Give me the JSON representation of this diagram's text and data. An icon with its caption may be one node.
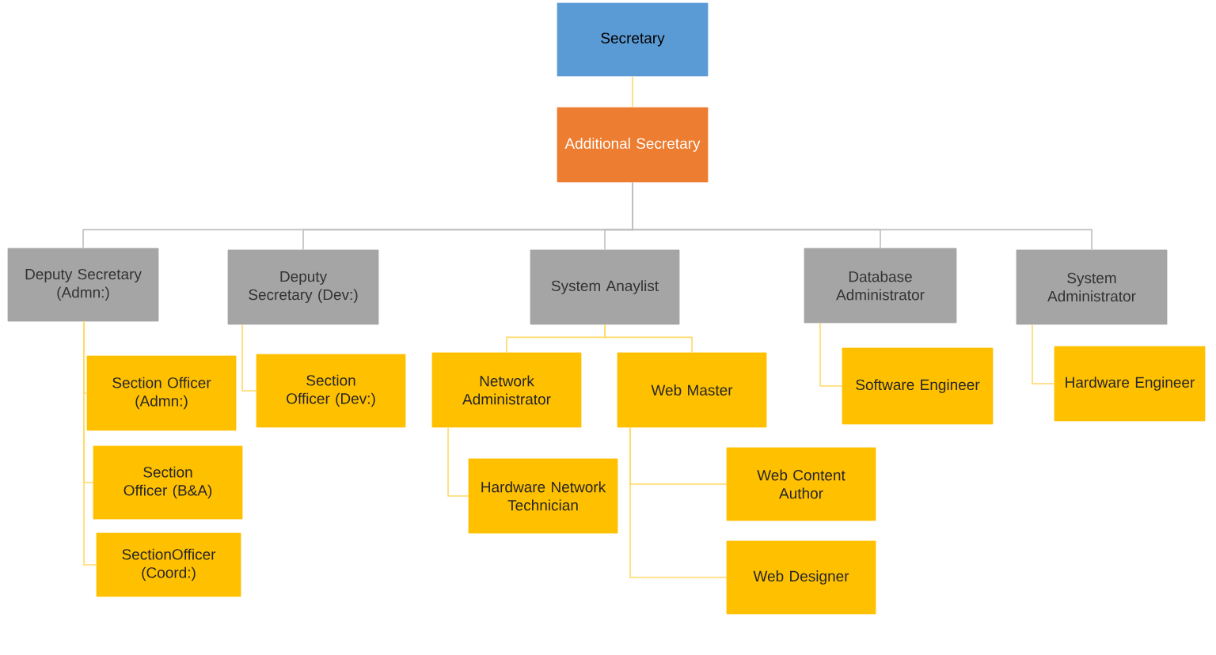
{
  "diagram": {
    "nodes": [
      {
        "text": [
          "Secretary"
        ]
      },
      {
        "text": [
          "Additional Secretary"
        ]
      },
      {
        "text": [
          "Deputy Secretary (Admn:)"
        ]
      },
      {
        "text": [
          "Deputy Secretary (Dev:)"
        ]
      },
      {
        "text": [
          "System Anaylist"
        ]
      },
      {
        "text": [
          "Database Administrator"
        ]
      },
      {
        "text": [
          "System Administrator"
        ]
      },
      {
        "text": [
          "Section Officer (Admn:)"
        ]
      },
      {
        "text": [
          "Section Officer (B&A)"
        ]
      },
      {
        "text": [
          "SectionOfficer (Coord:)"
        ]
      },
      {
        "text": [
          "Section Officer (Dev:)"
        ]
      },
      {
        "text": [
          "Network Administrator"
        ]
      },
      {
        "text": [
          "Web Master"
        ]
      },
      {
        "text": [
          "Hardware Network Technician"
        ]
      },
      {
        "text": [
          "Web Content Author"
        ]
      },
      {
        "text": [
          "Web Designer"
        ]
      },
      {
        "text": [
          "Software Engineer"
        ]
      },
      {
        "text": [
          "Hardware Engineer"
        ]
      }
    ],
    "edges": [
      {
        "from": 0,
        "to": 1,
        "arrow": "none"
      },
      {
        "from": 1,
        "to": 2,
        "arrow": "none",
        "color": "#bfbfbf"
      },
      {
        "from": 1,
        "to": 3,
        "arrow": "none",
        "color": "#bfbfbf"
      },
      {
        "from": 1,
        "to": 4,
        "arrow": "none",
        "color": "#bfbfbf"
      },
      {
        "from": 1,
        "to": 5,
        "arrow": "none",
        "color": "#bfbfbf"
      },
      {
        "from": 1,
        "to": 6,
        "arrow": "none",
        "color": "#bfbfbf"
      },
      {
        "from": 2,
        "to": 7,
        "arrow": "none"
      },
      {
        "from": 2,
        "to": 8,
        "arrow": "none"
      },
      {
        "from": 2,
        "to": 9,
        "arrow": "none"
      },
      {
        "from": 3,
        "to": 10,
        "arrow": "none"
      },
      {
        "from": 4,
        "to": 11,
        "arrow": "none"
      },
      {
        "from": 4,
        "to": 12,
        "arrow": "none"
      },
      {
        "from": 11,
        "to": 13,
        "arrow": "none"
      },
      {
        "from": 12,
        "to": 14,
        "arrow": "none"
      },
      {
        "from": 12,
        "to": 15,
        "arrow": "none"
      },
      {
        "from": 5,
        "to": 16,
        "arrow": "none"
      },
      {
        "from": 6,
        "to": 17,
        "arrow": "none"
      }
    ]
  }
}
